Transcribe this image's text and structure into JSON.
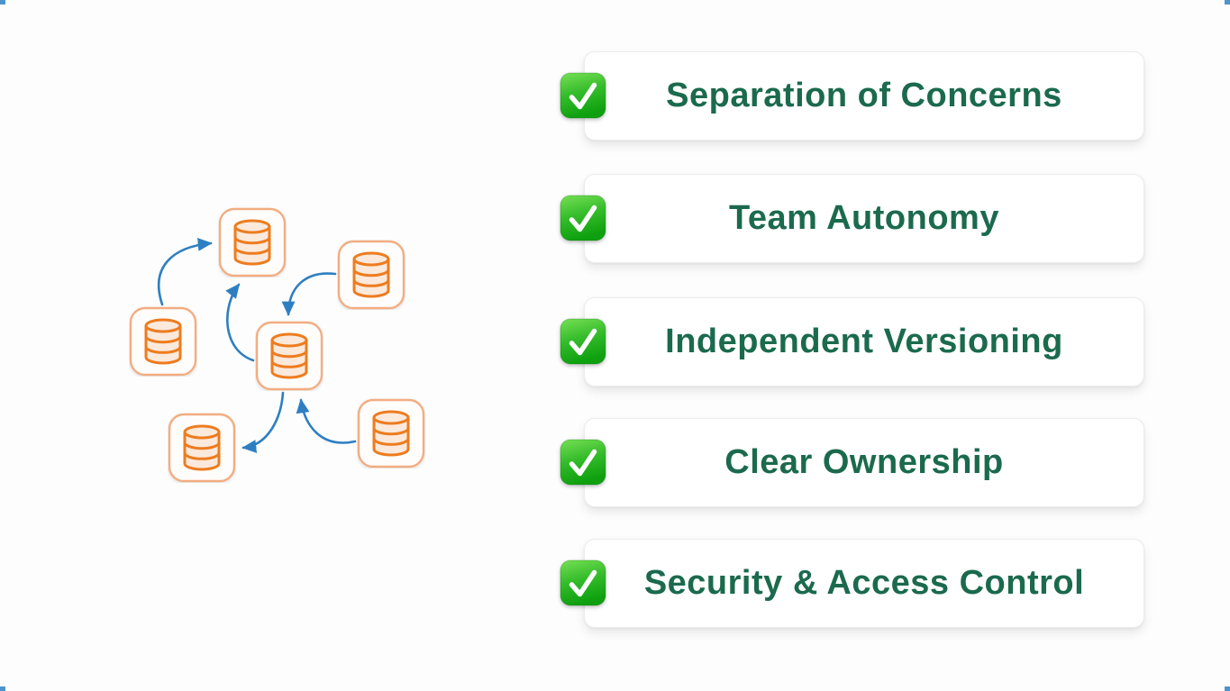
{
  "slide": {
    "background_color": "#fdfdfd",
    "handle_color": "#4d94cc"
  },
  "benefits_list": {
    "label_color": "#1b6a4e",
    "check_icon": "check-mark-button-emoji",
    "check_colors": {
      "top": "#71dd51",
      "bottom": "#0fa00f",
      "check": "#ffffff"
    },
    "items": [
      {
        "label": "Separation of Concerns"
      },
      {
        "label": "Team Autonomy"
      },
      {
        "label": "Independent Versioning"
      },
      {
        "label": "Clear Ownership"
      },
      {
        "label": "Security & Access Control"
      }
    ]
  },
  "diagram": {
    "name": "distributed-databases-network",
    "node_icon": "database-icon",
    "colors": {
      "database_stroke": "#ed7c1f",
      "database_fill": "#fbe9dc",
      "node_border": "#f2ad82",
      "node_fill": "#fffdfc",
      "arrow": "#2e7fc1"
    },
    "nodes": [
      {
        "id": "db-top"
      },
      {
        "id": "db-upper-right"
      },
      {
        "id": "db-left"
      },
      {
        "id": "db-center"
      },
      {
        "id": "db-bottom-left"
      },
      {
        "id": "db-bottom-right"
      }
    ],
    "edges": [
      {
        "from": "db-left",
        "to": "db-top"
      },
      {
        "from": "db-center",
        "to": "db-top"
      },
      {
        "from": "db-upper-right",
        "to": "db-center"
      },
      {
        "from": "db-bottom-right",
        "to": "db-center"
      },
      {
        "from": "db-center",
        "to": "db-bottom-left"
      }
    ]
  }
}
